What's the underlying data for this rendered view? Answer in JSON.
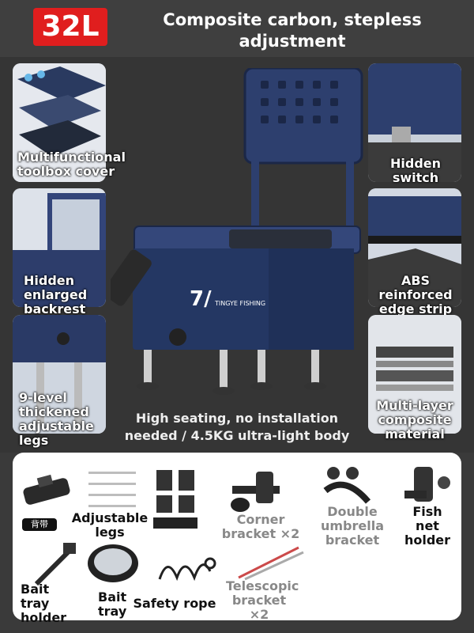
{
  "header": {
    "capacity_badge": "32L",
    "headline_line1": "Composite carbon, stepless",
    "headline_line2": "adjustment"
  },
  "features": {
    "left": [
      {
        "label": "Multifunctional toolbox cover"
      },
      {
        "label": "Hidden enlarged backrest"
      },
      {
        "label": "9-level thickened adjustable legs"
      }
    ],
    "right": [
      {
        "label": "Hidden switch"
      },
      {
        "label": "ABS reinforced edge strip"
      },
      {
        "label": "Multi-layer composite material"
      }
    ]
  },
  "product": {
    "brand_logo": "TINGYE FISHING",
    "caption_line1": "High seating, no installation",
    "caption_line2": "needed / 4.5KG ultra-light body"
  },
  "accessories": {
    "items": [
      {
        "label": "背带",
        "icon": "strap-icon"
      },
      {
        "label": "Adjustable legs",
        "icon": "legs-icon"
      },
      {
        "label": "",
        "icon": "blocks-icon"
      },
      {
        "label": "Corner bracket ×2",
        "icon": "corner-bracket-icon"
      },
      {
        "label": "Double umbrella bracket",
        "icon": "umbrella-bracket-icon"
      },
      {
        "label": "Fish net holder",
        "icon": "net-holder-icon"
      },
      {
        "label": "Bait tray holder",
        "icon": "tray-holder-icon"
      },
      {
        "label": "Bait tray",
        "icon": "bait-tray-icon"
      },
      {
        "label": "Safety rope",
        "icon": "rope-icon"
      },
      {
        "label": "Telescopic bracket ×2",
        "icon": "telescopic-bracket-icon"
      }
    ]
  },
  "colors": {
    "badge": "#e01e1e",
    "box_body": "#243763",
    "background": "#3a3a3a"
  }
}
